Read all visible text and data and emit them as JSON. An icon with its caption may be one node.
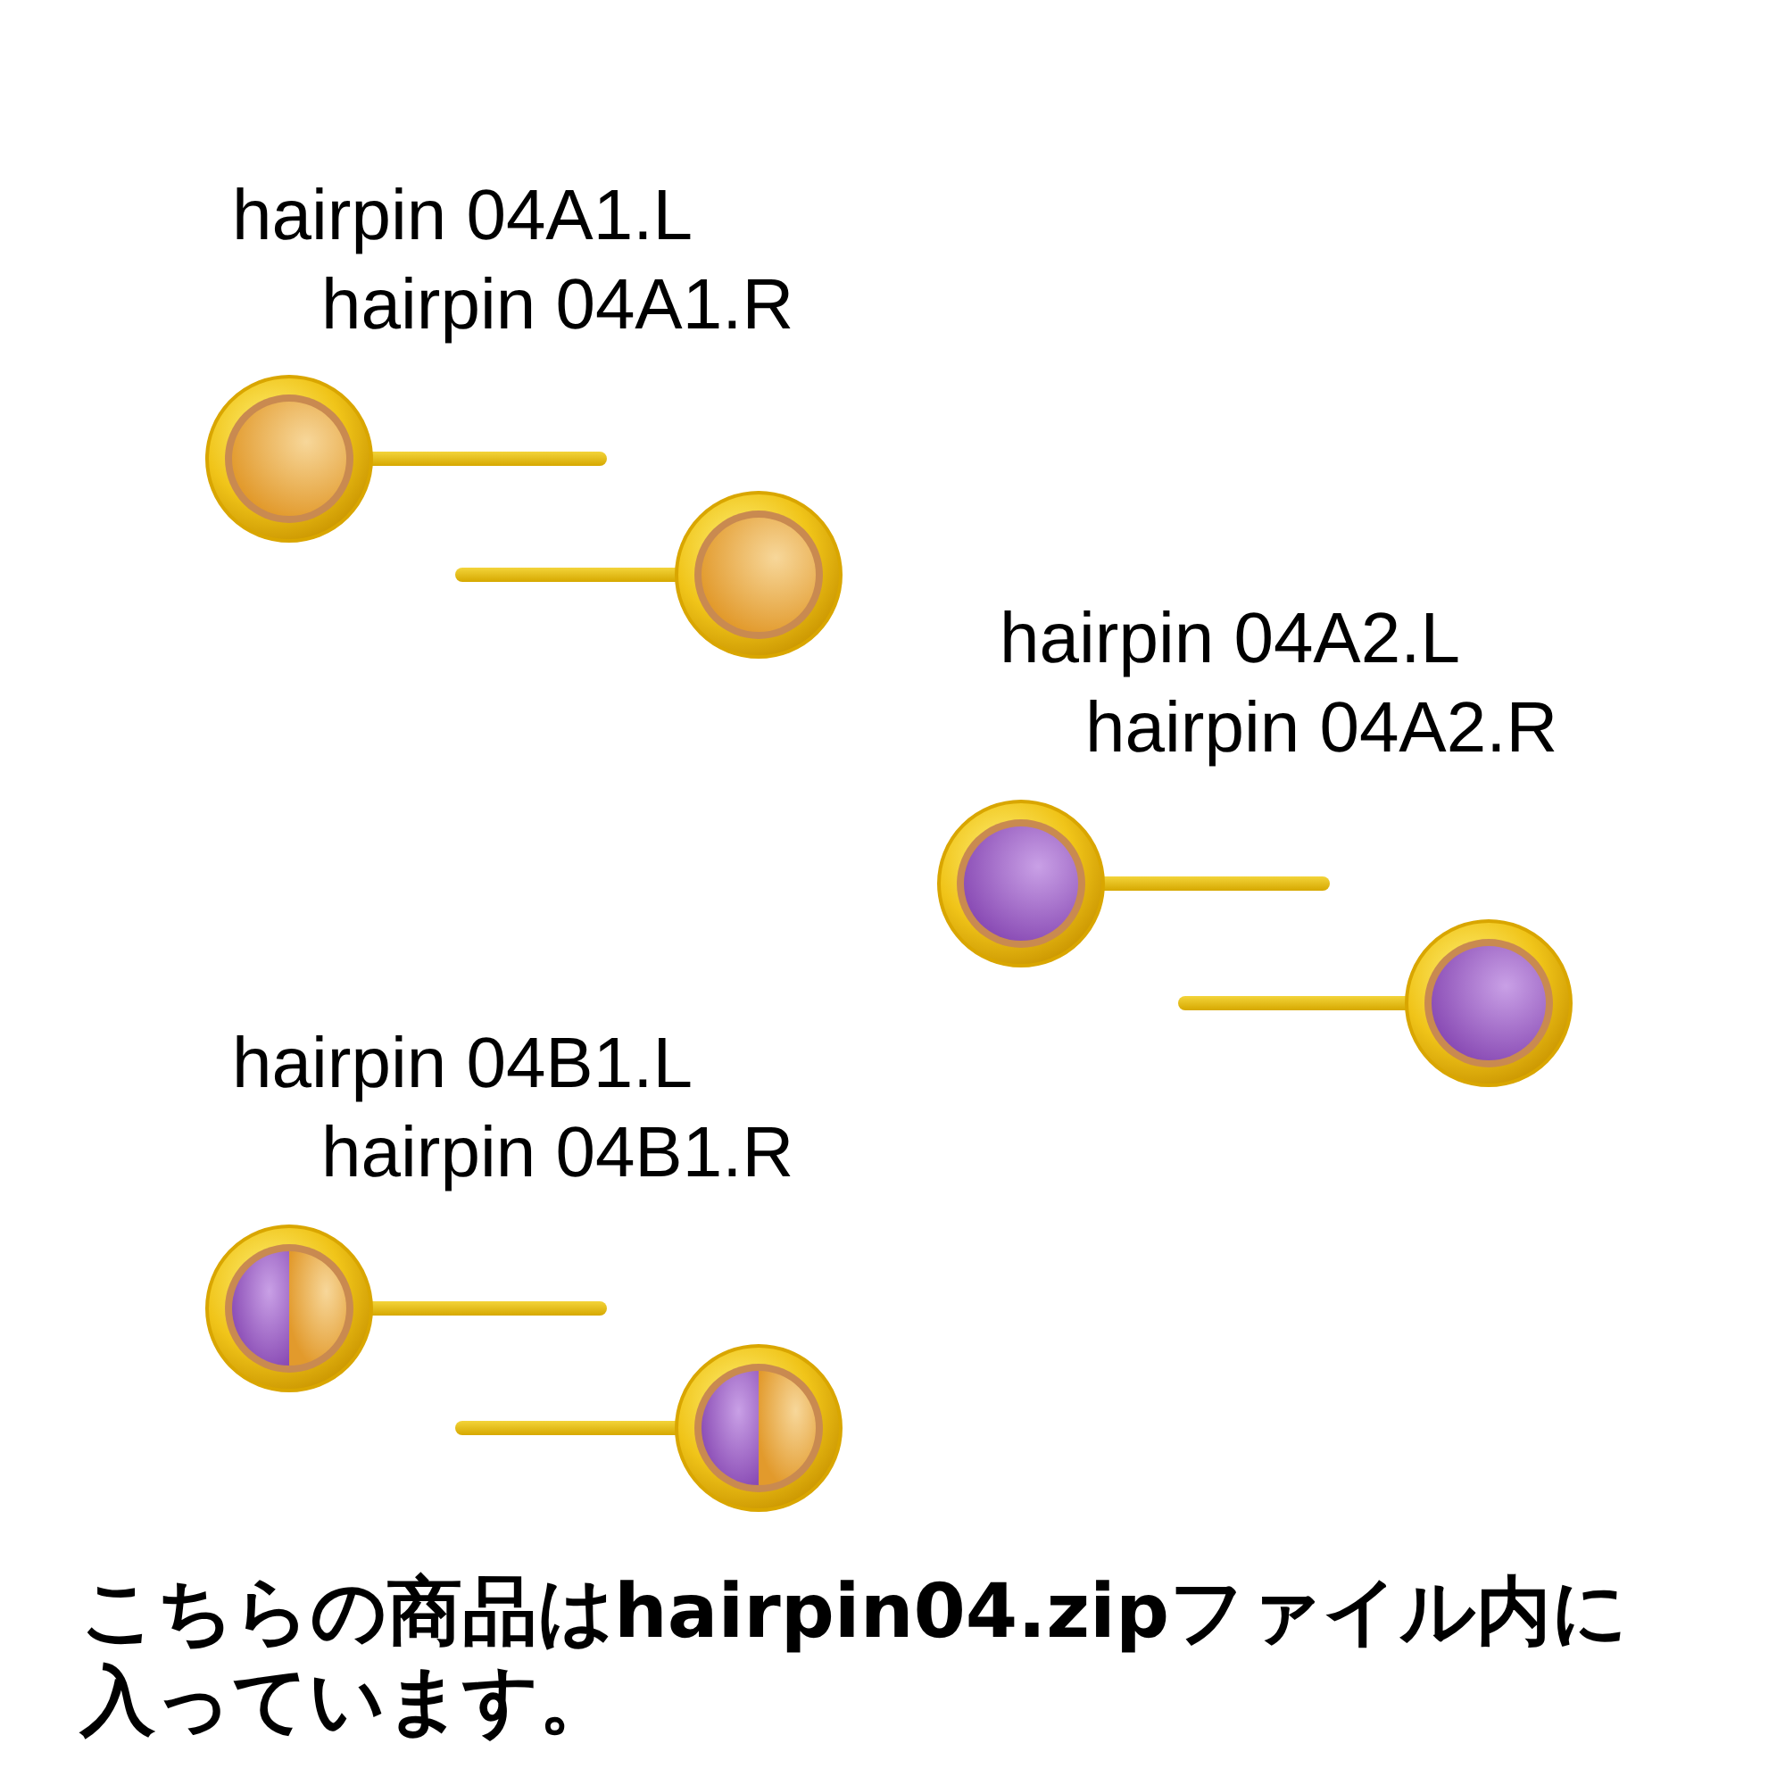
{
  "diagram": {
    "labels": [
      "hairpin 04A1.L",
      "hairpin 04A1.R",
      "hairpin 04A2.L",
      "hairpin 04A2.R",
      "hairpin 04B1.L",
      "hairpin 04B1.R",
      "こちらの商品はhairpin04.zipファイル内に入っています。"
    ]
  }
}
